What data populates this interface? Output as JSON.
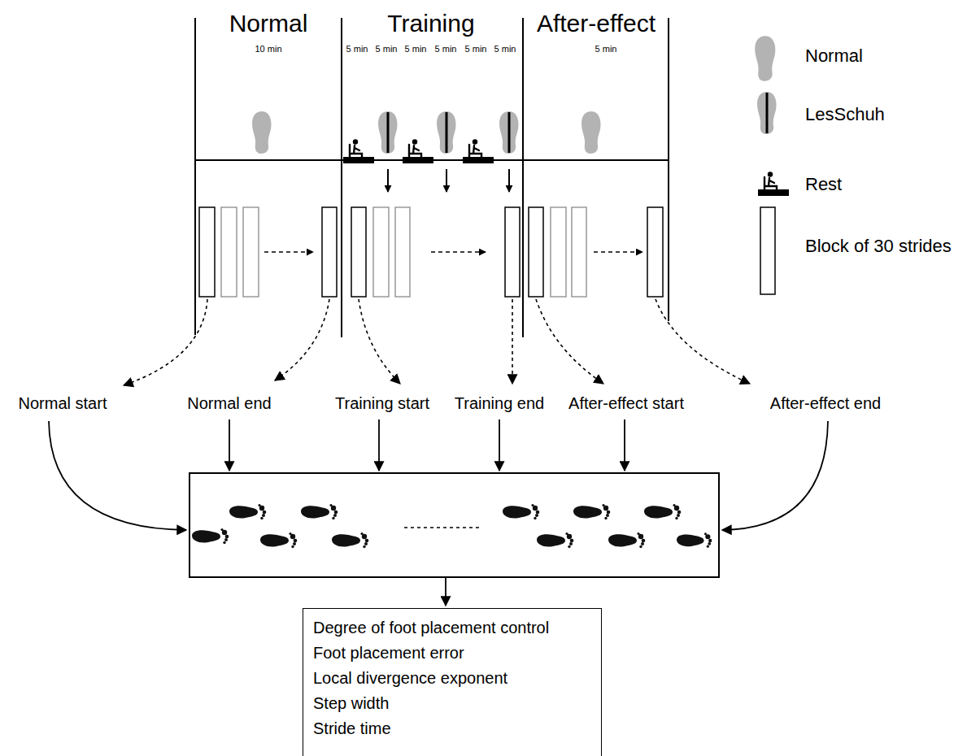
{
  "diagram": {
    "nodes": [
      {
        "text": [
          "Degree of foot placement control",
          "Foot placement error",
          "Local divergence exponent",
          "Step width",
          "Stride time"
        ]
      }
    ],
    "labels": [
      "Normal",
      "10 min",
      "Training",
      "5 min",
      "5 min",
      "5 min",
      "5 min",
      "5 min",
      "5 min",
      "After-effect",
      "5 min",
      "Normal start",
      "Normal end",
      "Training start",
      "Training end",
      "After-effect start",
      "After-effect end"
    ],
    "legend": [
      {
        "text": "Normal"
      },
      {
        "text": "LesSchuh"
      },
      {
        "text": "Rest"
      },
      {
        "text": "Block of 30 strides"
      }
    ]
  }
}
